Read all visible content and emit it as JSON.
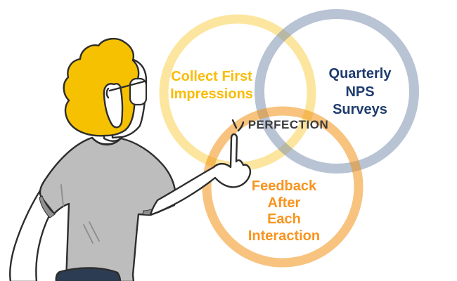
{
  "background": "#FFFFFF",
  "diagram": {
    "type": "venn-3-circle",
    "center_label": "PERFECTION",
    "center_label_color": "#3B3B3B",
    "circles": [
      {
        "name": "collect-first-impressions",
        "lines": [
          "Collect First",
          "Impressions"
        ],
        "ring_color": "#F8E3A2",
        "ring_rgba": "rgba(246,189,2,0.38)",
        "text_color": "#F9BC09"
      },
      {
        "name": "quarterly-nps-surveys",
        "lines": [
          "Quarterly",
          "NPS",
          "Surveys"
        ],
        "ring_color": "#B8C4D4",
        "ring_rgba": "rgba(119,140,172,0.52)",
        "text_color": "#1E3B6D"
      },
      {
        "name": "feedback-after-each-interaction",
        "lines": [
          "Feedback",
          "After",
          "Each",
          "Interaction"
        ],
        "ring_color": "#F7C37E",
        "ring_rgba": "rgba(240,145,20,0.55)",
        "text_color": "#F8941F"
      }
    ]
  },
  "illustration": {
    "name": "person-pointing-at-center",
    "colors": {
      "hair": "#F6C101",
      "shirt": "#BDBDBD",
      "shirt_shadow": "#8F8F8F",
      "pants": "#2C3C53",
      "outline": "#2D2D2D",
      "skin": "#FFFFFF"
    }
  }
}
